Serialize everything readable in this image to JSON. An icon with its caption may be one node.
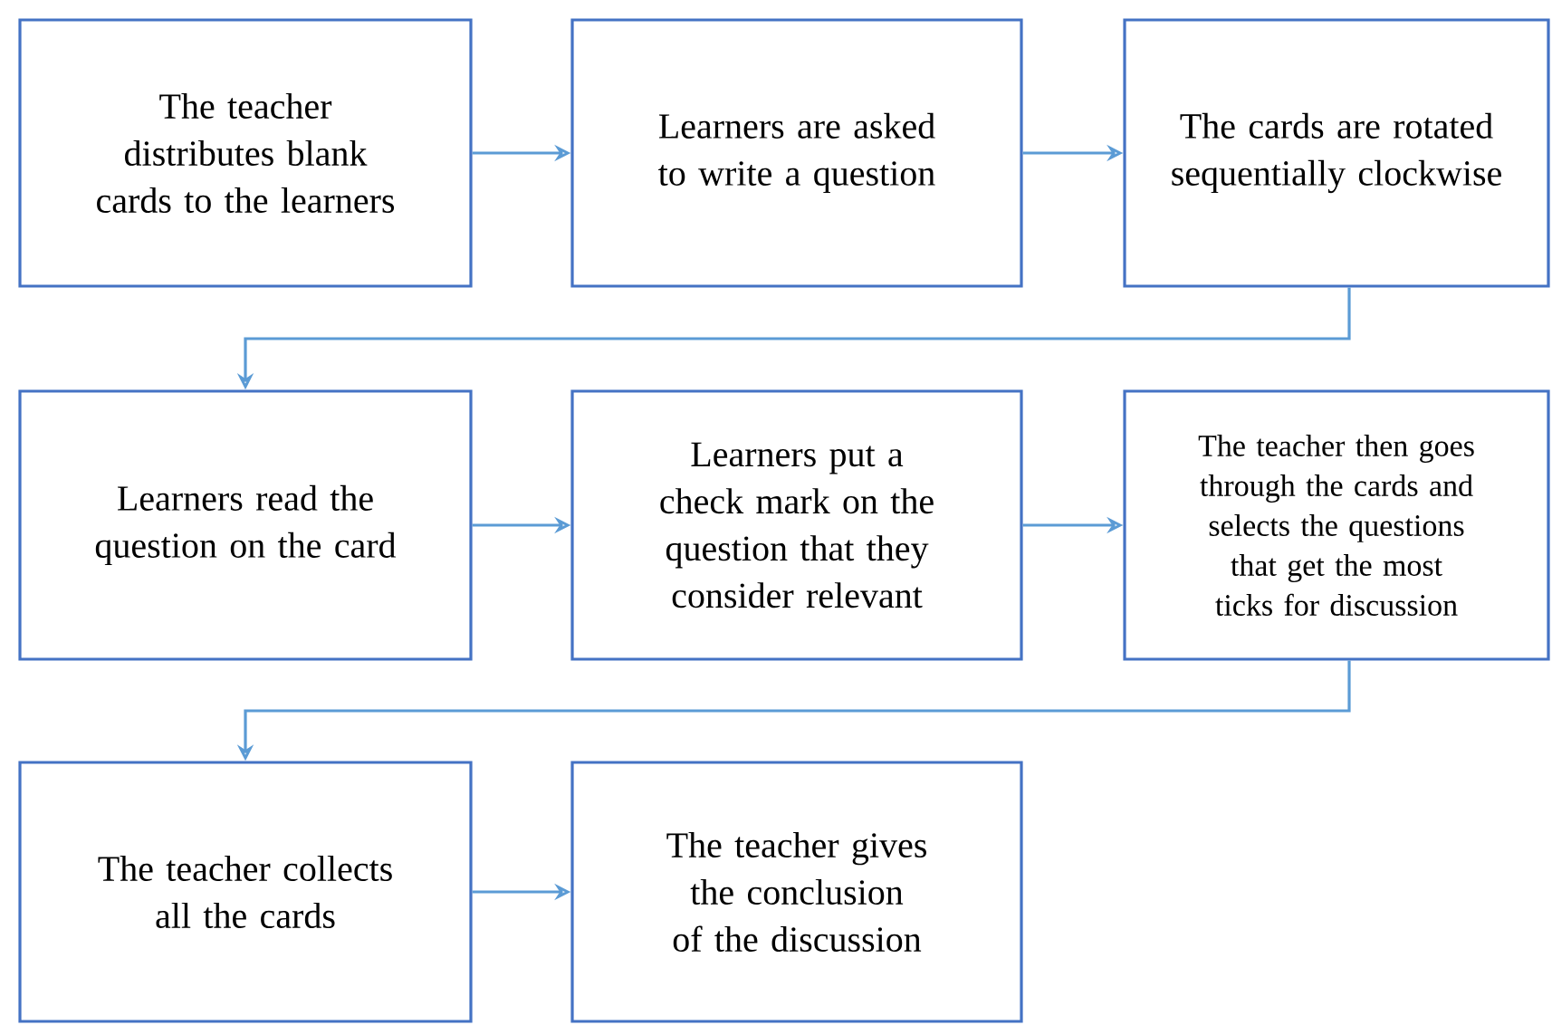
{
  "diagram": {
    "nodes": [
      {
        "text": [
          "The teacher distributes blank cards to the learners"
        ]
      },
      {
        "text": [
          "Learners are asked to write a question"
        ]
      },
      {
        "text": [
          "The cards are rotated sequentially clockwise"
        ]
      },
      {
        "text": [
          "Learners read the question on the card"
        ]
      },
      {
        "text": [
          "Learners put a check mark on the question that they consider relevant"
        ]
      },
      {
        "text": [
          "The teacher then goes through the cards and selects the questions that get the most ticks for discussion"
        ]
      },
      {
        "text": [
          "The teacher collects all the cards"
        ]
      },
      {
        "text": [
          "The teacher gives the conclusion of the discussion"
        ]
      }
    ],
    "edges": [
      {
        "from": 0,
        "to": 1,
        "arrow": "to"
      },
      {
        "from": 1,
        "to": 2,
        "arrow": "to"
      },
      {
        "from": 2,
        "to": 3,
        "arrow": "to"
      },
      {
        "from": 3,
        "to": 4,
        "arrow": "to"
      },
      {
        "from": 4,
        "to": 5,
        "arrow": "to"
      },
      {
        "from": 5,
        "to": 6,
        "arrow": "to"
      },
      {
        "from": 6,
        "to": 7,
        "arrow": "to"
      }
    ]
  }
}
